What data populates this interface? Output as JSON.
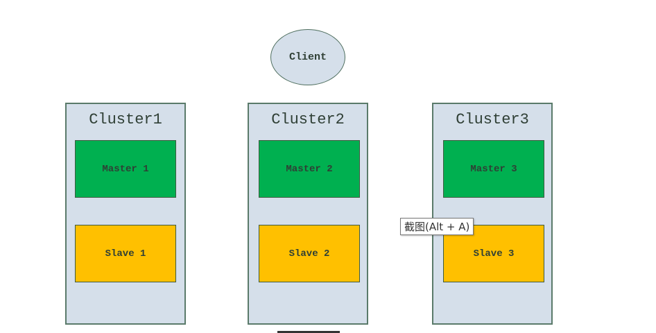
{
  "client": {
    "label": "Client"
  },
  "clusters": [
    {
      "title": "Cluster1",
      "master": "Master 1",
      "slave": "Slave 1"
    },
    {
      "title": "Cluster2",
      "master": "Master 2",
      "slave": "Slave 2"
    },
    {
      "title": "Cluster3",
      "master": "Master 3",
      "slave": "Slave 3"
    }
  ],
  "tooltip": {
    "text": "截图(Alt + A)"
  },
  "colors": {
    "cluster_fill": "#d5dfea",
    "master": "#00b050",
    "slave": "#ffc000",
    "border": "#5a7a6a"
  }
}
